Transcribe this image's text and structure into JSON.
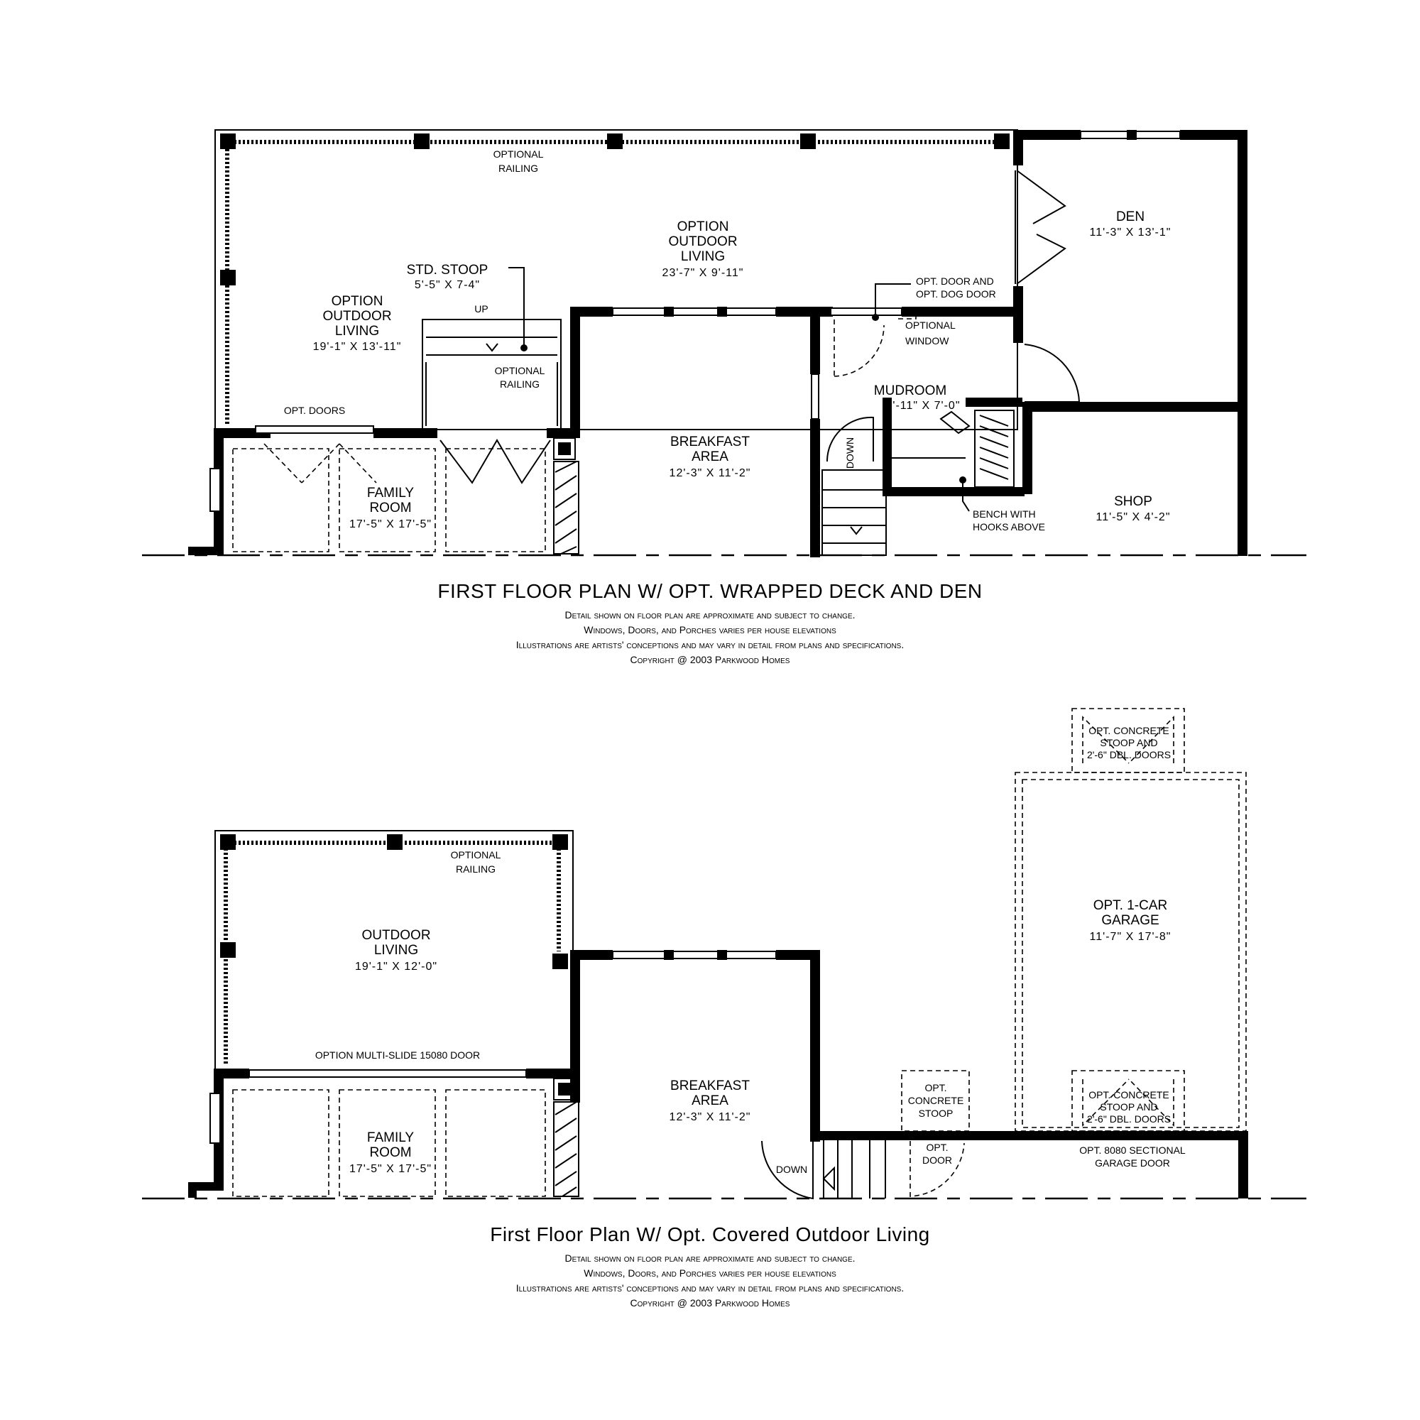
{
  "plans": [
    {
      "title": "FIRST FLOOR PLAN W/ OPT. WRAPPED DECK AND DEN",
      "disclaimer": [
        "Detail shown on floor plan are approximate and subject to change.",
        "Windows, Doors, and Porches varies per house elevations",
        "Illustrations are artists' conceptions and may vary in detail from plans and specifications.",
        "Copyright @ 2003 Parkwood Homes"
      ],
      "rooms": {
        "outdoor_left": {
          "name": [
            "OPTION",
            "OUTDOOR",
            "LIVING"
          ],
          "size": "19'-1\" X 13'-11\""
        },
        "outdoor_center": {
          "name": [
            "OPTION",
            "OUTDOOR",
            "LIVING"
          ],
          "size": "23'-7\" X 9'-11\""
        },
        "stoop": {
          "name": [
            "STD. STOOP"
          ],
          "size": "5'-5\" X 7-4\""
        },
        "family": {
          "name": [
            "FAMILY",
            "ROOM"
          ],
          "size": "17'-5\" X 17'-5\""
        },
        "breakfast": {
          "name": [
            "BREAKFAST",
            "AREA"
          ],
          "size": "12'-3\" X 11'-2\""
        },
        "mudroom": {
          "name": [
            "MUDROOM"
          ],
          "size": "7'-11\" X 7'-0\""
        },
        "den": {
          "name": [
            "DEN"
          ],
          "size": "11'-3\" X 13'-1\""
        },
        "shop": {
          "name": [
            "SHOP"
          ],
          "size": "11'-5\" X 4'-2\""
        }
      },
      "notes": {
        "railing_top": [
          "OPTIONAL",
          "RAILING"
        ],
        "railing_stoop": [
          "OPTIONAL",
          "RAILING"
        ],
        "opt_doors": "OPT. DOORS",
        "up": "UP",
        "down": "DOWN",
        "dog_door": [
          "OPT. DOOR AND",
          "OPT. DOG DOOR"
        ],
        "opt_window": [
          "OPTIONAL",
          "WINDOW"
        ],
        "bench": [
          "BENCH WITH",
          "HOOKS ABOVE"
        ]
      }
    },
    {
      "title": "First Floor  Plan W/ Opt. Covered Outdoor Living",
      "disclaimer": [
        "Detail shown on floor plan are approximate and subject to change.",
        "Windows, Doors, and Porches varies per house elevations",
        "Illustrations are artists' conceptions and may vary in detail from plans and specifications.",
        "Copyright @ 2003 Parkwood Homes"
      ],
      "rooms": {
        "outdoor": {
          "name": [
            "OUTDOOR",
            "LIVING"
          ],
          "size": "19'-1\" X 12'-0\""
        },
        "family": {
          "name": [
            "FAMILY",
            "ROOM"
          ],
          "size": "17'-5\" X 17'-5\""
        },
        "breakfast": {
          "name": [
            "BREAKFAST",
            "AREA"
          ],
          "size": "12'-3\" X 11'-2\""
        },
        "garage": {
          "name": [
            "OPT. 1-CAR",
            "GARAGE"
          ],
          "size": "11'-7\" X 17'-8\""
        }
      },
      "notes": {
        "railing": [
          "OPTIONAL",
          "RAILING"
        ],
        "multislide": "OPTION MULTI-SLIDE 15080 DOOR",
        "stoop_top": [
          "OPT. CONCRETE",
          "STOOP AND",
          "2'-6\" DBL. DOORS"
        ],
        "stoop_bottom": [
          "OPT. CONCRETE",
          "STOOP AND",
          "2'-6\" DBL. DOORS"
        ],
        "concrete_stoop": [
          "OPT.",
          "CONCRETE",
          "STOOP"
        ],
        "opt_door": [
          "OPT.",
          "DOOR"
        ],
        "garage_door": [
          "OPT. 8080 SECTIONAL",
          "GARAGE DOOR"
        ],
        "down": "DOWN"
      }
    }
  ]
}
